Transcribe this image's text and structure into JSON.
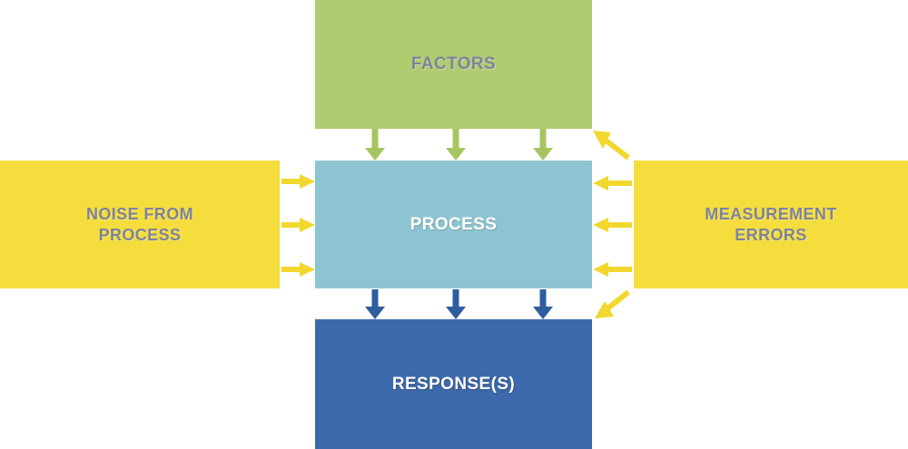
{
  "diagram": {
    "title": "Process Input-Output Block Diagram",
    "background_color": "#ffffff",
    "boxes": {
      "factors": {
        "label": "FACTORS",
        "fill": "#b0cc70",
        "text_color": "#7f839a",
        "position": "top"
      },
      "process": {
        "label": "PROCESS",
        "fill": "#8cc5d1",
        "text_color": "#ffffff",
        "position": "center"
      },
      "response": {
        "label": "RESPONSE(S)",
        "fill": "#3b69ac",
        "text_color": "#ffffff",
        "position": "bottom"
      },
      "noise": {
        "label": "NOISE FROM\nPROCESS",
        "fill": "#f4dd3c",
        "text_color": "#7f839a",
        "position": "left"
      },
      "measurement": {
        "label": "MEASUREMENT\nERRORS",
        "fill": "#f4dd3c",
        "text_color": "#7f839a",
        "position": "right"
      }
    },
    "arrow_groups": [
      {
        "name": "factors-to-process",
        "color": "#a8c462",
        "direction": "down",
        "count": 3,
        "icon": "arrow-down-icon"
      },
      {
        "name": "process-to-response",
        "color": "#2e5d9e",
        "direction": "down",
        "count": 3,
        "icon": "arrow-down-icon"
      },
      {
        "name": "noise-to-process",
        "color": "#f2d72e",
        "direction": "right",
        "count": 3,
        "icon": "arrow-right-icon"
      },
      {
        "name": "measurement-to-process",
        "color": "#f2d72e",
        "direction": "left",
        "count": 3,
        "icon": "arrow-left-icon"
      },
      {
        "name": "measurement-to-factors",
        "color": "#f2d72e",
        "direction": "up-left",
        "count": 1,
        "icon": "arrow-up-left-icon"
      },
      {
        "name": "measurement-to-response",
        "color": "#f2d72e",
        "direction": "down-left",
        "count": 1,
        "icon": "arrow-down-left-icon"
      }
    ]
  }
}
